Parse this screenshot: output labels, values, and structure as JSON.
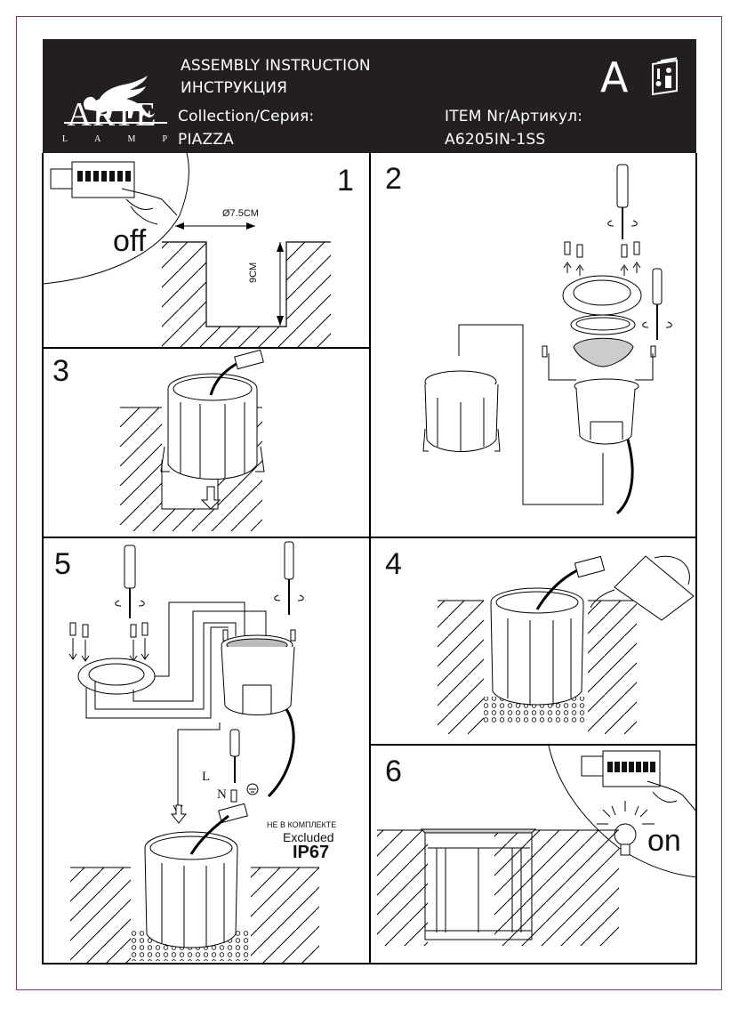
{
  "header": {
    "brand_name": "ARTE",
    "brand_sub_letters": [
      "L",
      "A",
      "M",
      "P"
    ],
    "title_en": "ASSEMBLY INSTRUCTION",
    "title_ru": "ИНСТРУКЦИЯ",
    "collection_label": "Collection/Серия:",
    "collection_value": "PIAZZA",
    "item_label": "ITEM Nr/Артикул:",
    "item_value": "A6205IN-1SS",
    "doc_letter": "A",
    "logo_icon": "winged-lion-icon",
    "manual_icon": "info-booklet-icon"
  },
  "steps": [
    {
      "number": "1",
      "power_state": "off",
      "hole_diameter": "Ø7.5CM",
      "hole_depth": "9CM"
    },
    {
      "number": "2"
    },
    {
      "number": "3"
    },
    {
      "number": "4"
    },
    {
      "number": "5",
      "wiring_labels": {
        "live": "L",
        "neutral": "N"
      },
      "note_ru": "НЕ В КОМПЛЕКТЕ",
      "note_en": "Excluded",
      "rating": "IP67"
    },
    {
      "number": "6",
      "power_state": "on"
    }
  ],
  "colors": {
    "header_bg": "#231f20",
    "outer_border": "#7a3a6a",
    "line": "#000000"
  }
}
